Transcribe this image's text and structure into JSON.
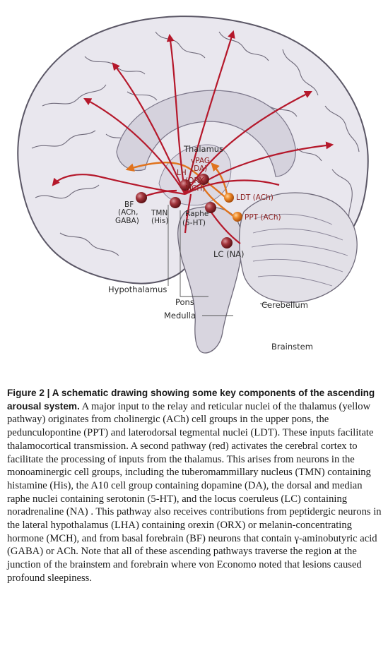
{
  "labels": {
    "thalamus": "Thalamus",
    "vpag": "vPAG",
    "da": "(DA)",
    "lh": "LH",
    "orx": "(ORX,",
    "mch": "MCH)",
    "bf": "BF",
    "bf_ach": "(ACh,",
    "bf_gaba": "GABA)",
    "tmn": "TMN",
    "tmn_his": "(His)",
    "raphe": "Raphe",
    "raphe_5ht": "(5-HT)",
    "ldt": "LDT (ACh)",
    "ppt": "PPT (ACh)",
    "lc": "LC (NA)",
    "hypothalamus": "Hypothalamus",
    "pons": "Pons",
    "medulla": "Medulla",
    "cerebellum": "Cerebellum",
    "brainstem": "Brainstem"
  },
  "colors": {
    "red_pathway": "#b5182b",
    "yellow_pathway": "#e0731d",
    "cortex_fill": "#e9e7ee",
    "cortex_outline": "#5b5766",
    "inner_fill": "#dcd9e3"
  },
  "caption": {
    "heading": "Figure 2 | A schematic drawing showing some key components of the ascending arousal system.",
    "body": " A major input to the relay and reticular nuclei of the thalamus (yellow pathway) originates from cholinergic (ACh) cell groups in the upper pons, the pedunculopontine (PPT) and laterodorsal tegmental nuclei (LDT). These inputs facilitate thalamocortical transmission. A second pathway (red) activates the cerebral cortex to facilitate the processing of inputs from the thalamus. This arises from neurons in the monoaminergic cell groups, including the tuberomammillary nucleus (TMN) containing histamine (His), the A10 cell group containing dopamine (DA), the dorsal and median raphe nuclei containing serotonin (5-HT), and the locus coeruleus (LC) containing noradrenaline (NA) . This pathway also receives contributions from peptidergic neurons in the lateral hypothalamus (LHA) containing orexin (ORX) or melanin-concentrating hormone (MCH), and from basal forebrain (BF) neurons that contain γ-aminobutyric acid (GABA) or ACh. Note that all of these ascending pathways traverse the region at the junction of the brainstem and forebrain where von Economo noted that lesions caused profound sleepiness."
  }
}
